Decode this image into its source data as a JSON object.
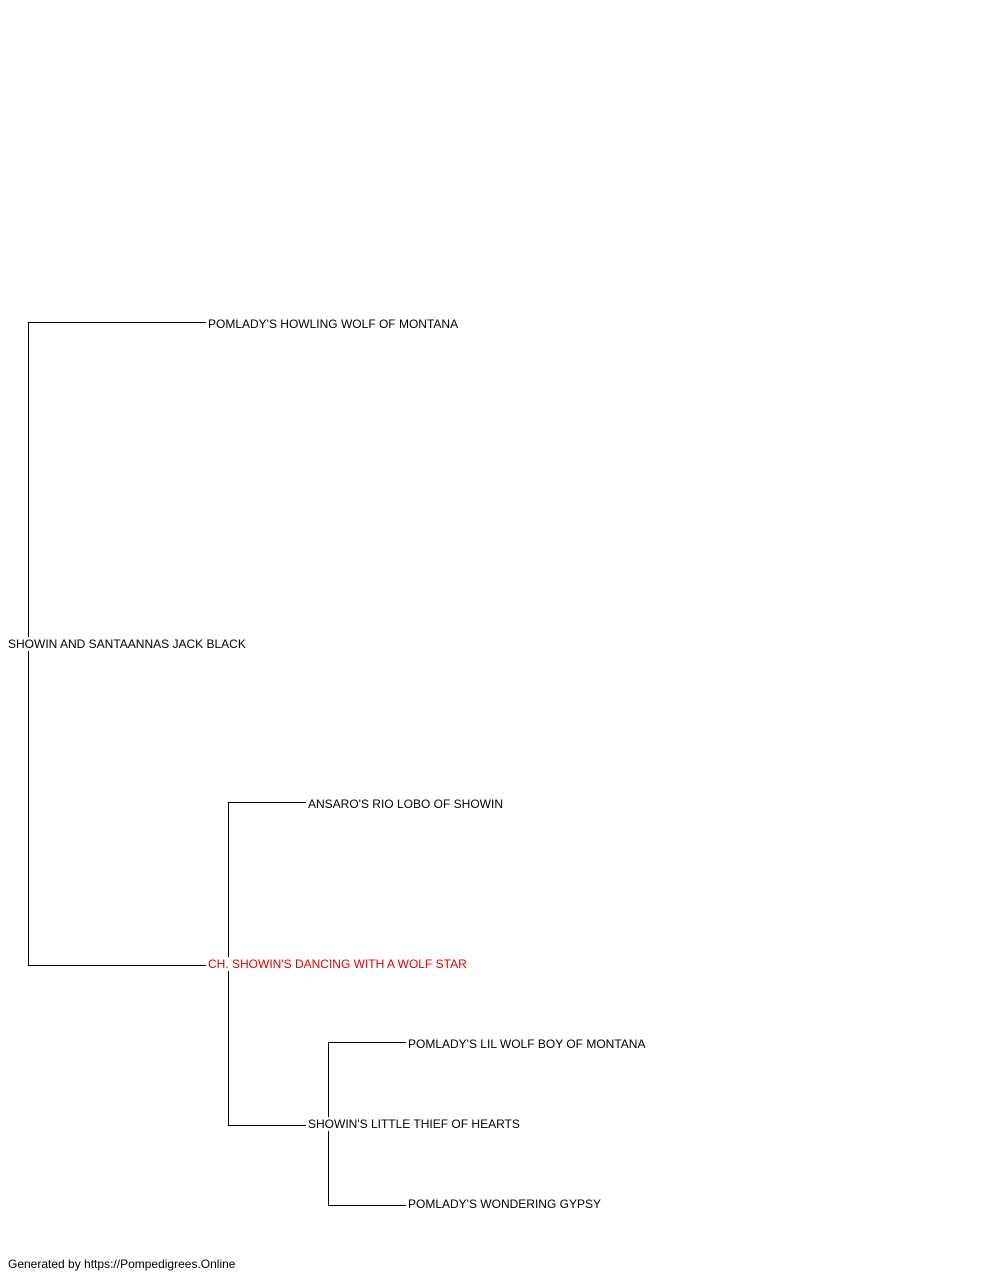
{
  "pedigree": {
    "root": {
      "name": "SHOWIN AND SANTAANNAS JACK BLACK"
    },
    "sire": {
      "name": "POMLADY'S HOWLING WOLF OF MONTANA"
    },
    "dam": {
      "name": "CH. SHOWIN'S DANCING WITH A WOLF STAR",
      "highlight_color": "#e00000"
    },
    "dam_sire": {
      "name": "ANSARO'S RIO LOBO OF SHOWIN"
    },
    "dam_dam": {
      "name": "SHOWIN'S LITTLE THIEF OF HEARTS"
    },
    "dam_dam_sire": {
      "name": "POMLADY'S LIL WOLF BOY OF MONTANA"
    },
    "dam_dam_dam": {
      "name": "POMLADY'S WONDERING GYPSY"
    }
  },
  "footer": {
    "text": "Generated by https://Pompedigrees.Online"
  },
  "colors": {
    "line": "#000000",
    "text": "#000000",
    "highlight": "#e00000",
    "background": "#ffffff"
  }
}
